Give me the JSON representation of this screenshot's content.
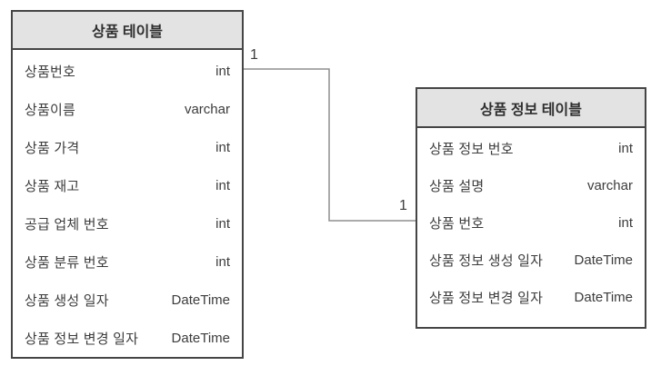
{
  "diagram": {
    "tables": [
      {
        "title": "상품 테이블",
        "columns": [
          {
            "name": "상품번호",
            "type": "int"
          },
          {
            "name": "상품이름",
            "type": "varchar"
          },
          {
            "name": "상품 가격",
            "type": "int"
          },
          {
            "name": "상품 재고",
            "type": "int"
          },
          {
            "name": "공급 업체 번호",
            "type": "int"
          },
          {
            "name": "상품 분류 번호",
            "type": "int"
          },
          {
            "name": "상품 생성 일자",
            "type": "DateTime"
          },
          {
            "name": "상품 정보 변경 일자",
            "type": "DateTime"
          }
        ]
      },
      {
        "title": "상품 정보 테이블",
        "columns": [
          {
            "name": "상품 정보 번호",
            "type": "int"
          },
          {
            "name": "상품 설명",
            "type": "varchar"
          },
          {
            "name": "상품 번호",
            "type": "int"
          },
          {
            "name": "상품 정보 생성 일자",
            "type": "DateTime"
          },
          {
            "name": "상품 정보 변경 일자",
            "type": "DateTime"
          }
        ]
      }
    ],
    "relationship": {
      "from_cardinality": "1",
      "to_cardinality": "1"
    },
    "colors": {
      "background": "#ffffff",
      "header_fill": "#e3e3e3",
      "table_border": "#454545",
      "connector_line": "#8f8f8f",
      "text": "#3c3c3c"
    }
  }
}
